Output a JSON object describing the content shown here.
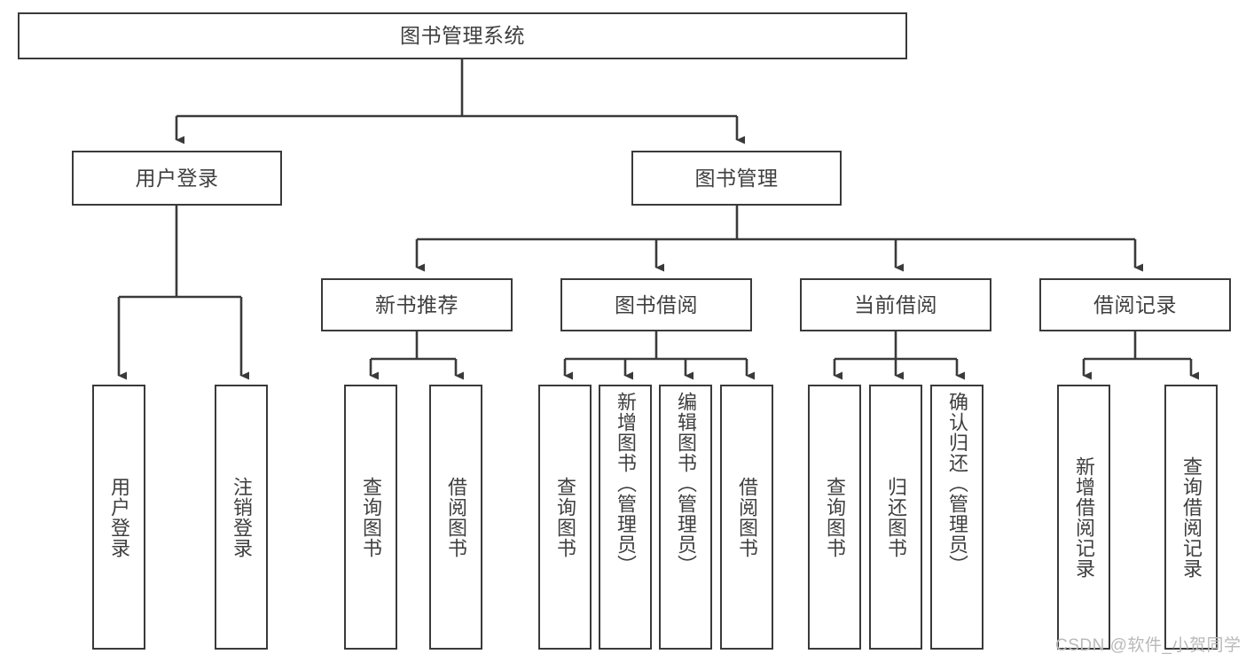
{
  "diagram": {
    "title": "图书管理系统",
    "type": "hierarchy-tree",
    "watermark": "CSDN @软件_小贺同学",
    "colors": {
      "stroke": "#3a3a3a",
      "fill": "#ffffff",
      "text": "#3f3f3f",
      "watermark": "#b9b9b9"
    },
    "root": {
      "label": "图书管理系统"
    },
    "level2": [
      {
        "label": "用户登录"
      },
      {
        "label": "图书管理"
      }
    ],
    "level3": [
      {
        "label": "新书推荐"
      },
      {
        "label": "图书借阅"
      },
      {
        "label": "当前借阅"
      },
      {
        "label": "借阅记录"
      }
    ],
    "leaves": {
      "user_login": [
        {
          "label": "用户登录"
        },
        {
          "label": "注销登录"
        }
      ],
      "new_book_recommend": [
        {
          "label": "查询图书"
        },
        {
          "label": "借阅图书"
        }
      ],
      "book_borrow": [
        {
          "label": "查询图书"
        },
        {
          "label": "新增图书（管理员）"
        },
        {
          "label": "编辑图书（管理员）"
        },
        {
          "label": "借阅图书"
        }
      ],
      "current_borrow": [
        {
          "label": "查询图书"
        },
        {
          "label": "归还图书"
        },
        {
          "label": "确认归还（管理员）"
        }
      ],
      "borrow_record": [
        {
          "label": "新增借阅记录"
        },
        {
          "label": "查询借阅记录"
        }
      ]
    }
  }
}
